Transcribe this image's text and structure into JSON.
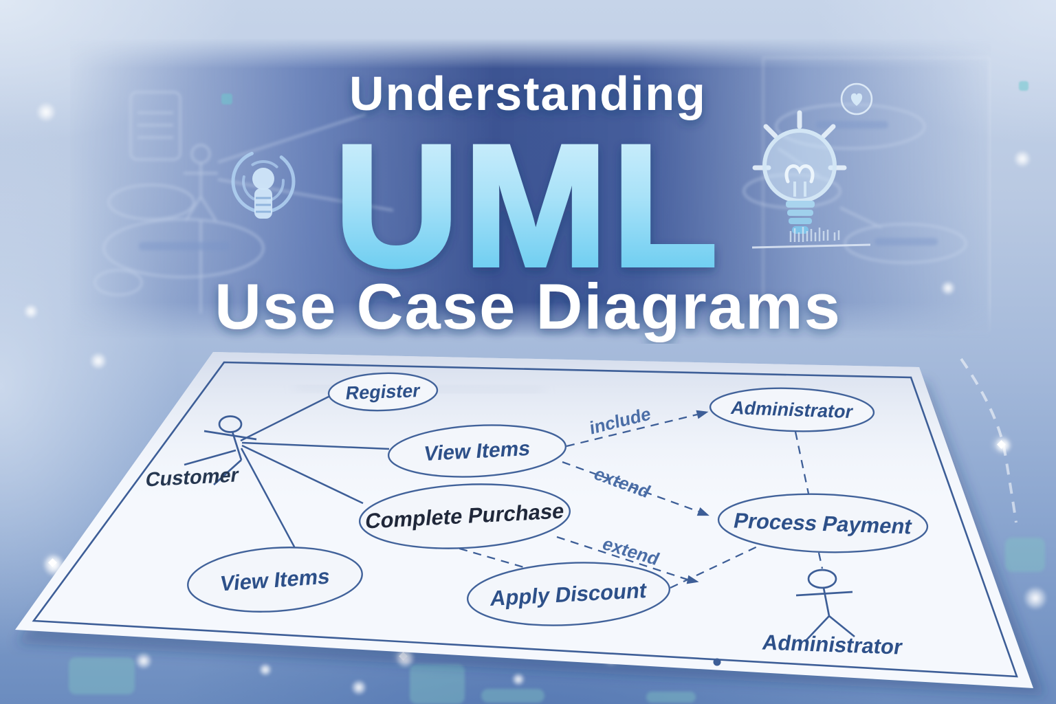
{
  "title": {
    "line1": "Understanding",
    "line2": "UML",
    "line3": "Use Case Diagrams"
  },
  "uml_diagram": {
    "actors": [
      {
        "id": "customer",
        "label": "Customer"
      },
      {
        "id": "administrator",
        "label": "Administrator"
      }
    ],
    "use_cases": {
      "register": "Register",
      "view_items_top": "View Items",
      "complete_purchase": "Complete Purchase",
      "view_items_bottom": "View Items",
      "apply_discount": "Apply Discount",
      "administrator_ellipse": "Administrator",
      "process_payment": "Process Payment"
    },
    "relationship_labels": {
      "include": "include",
      "extend_upper": "extend",
      "extend_lower": "extend"
    }
  },
  "icons": [
    "person-circle-icon",
    "lightbulb-icon",
    "heart-badge-icon"
  ],
  "colors": {
    "title_text": "#ffffff",
    "uml_gradient_top": "#d9f2fd",
    "uml_gradient_bottom": "#55c5ee",
    "banner_navy": "#31498b",
    "diagram_ink": "#3d5e97",
    "node_label_blue": "#2d5089",
    "dark_label": "#20283a",
    "paper": "#f5f8fd",
    "background_blue": "#6b8cbf"
  }
}
